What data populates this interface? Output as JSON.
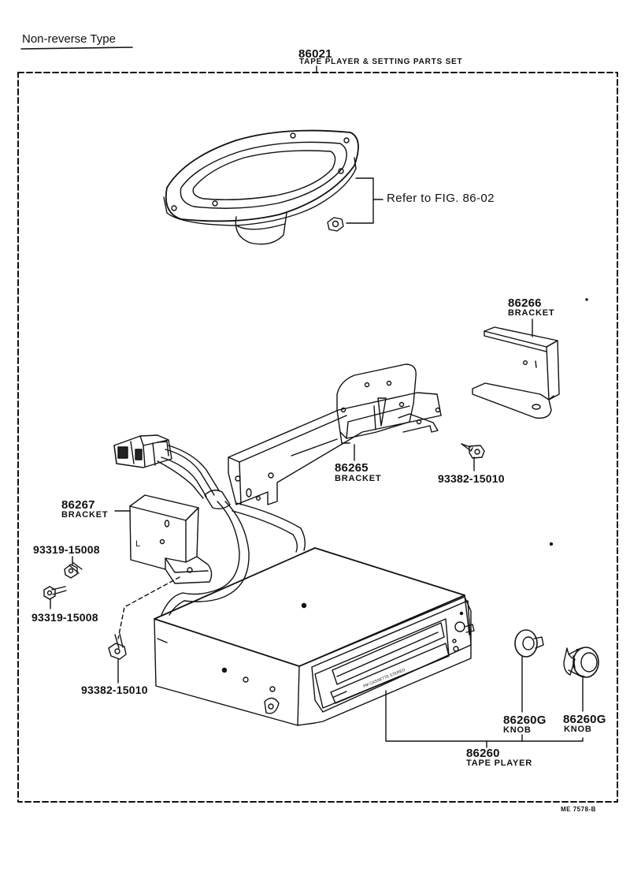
{
  "header": {
    "type_label": "Non-reverse Type"
  },
  "set": {
    "part_no": "86021",
    "name": "TAPE PLAYER & SETTING PARTS SET"
  },
  "speaker_ref": "Refer to FIG. 86-02",
  "parts": {
    "bracket_right": {
      "part_no": "86266",
      "name": "BRACKET"
    },
    "bracket_center": {
      "part_no": "86265",
      "name": "BRACKET"
    },
    "bracket_left": {
      "part_no": "86267",
      "name": "BRACKET"
    },
    "screw_right": {
      "part_no": "93382-15010"
    },
    "screw_left_a": {
      "part_no": "93319-15008"
    },
    "screw_left_b": {
      "part_no": "93319-15008"
    },
    "screw_bottom": {
      "part_no": "93382-15010"
    },
    "knob_1": {
      "part_no": "86260G",
      "name": "KNOB"
    },
    "knob_2": {
      "part_no": "86260G",
      "name": "KNOB"
    },
    "tape_player": {
      "part_no": "86260",
      "name": "TAPE PLAYER"
    }
  },
  "footer": {
    "code": "ME 7578-B"
  }
}
